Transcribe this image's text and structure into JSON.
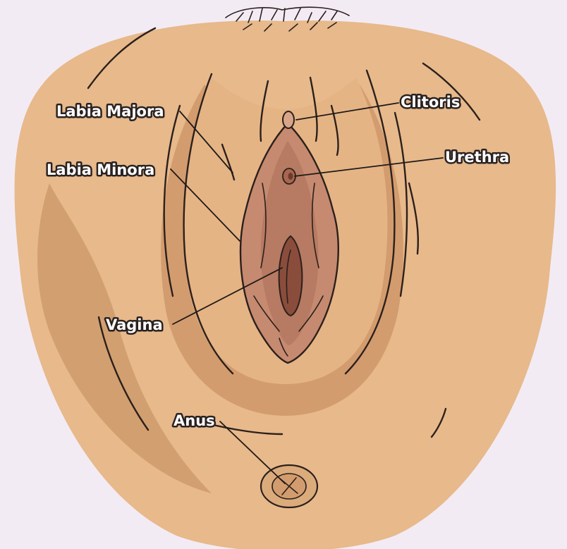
{
  "diagram": {
    "labels": {
      "labia_majora": "Labia Majora",
      "labia_minora": "Labia Minora",
      "clitoris": "Clitoris",
      "urethra": "Urethra",
      "vagina": "Vagina",
      "anus": "Anus"
    },
    "colors": {
      "background": "#f3ebf4",
      "skin": "#e7b98b",
      "skin_shadow": "#d29f70",
      "inner": "#c68a70",
      "inner_dark": "#9a5c48",
      "outline": "#2b201c"
    }
  }
}
